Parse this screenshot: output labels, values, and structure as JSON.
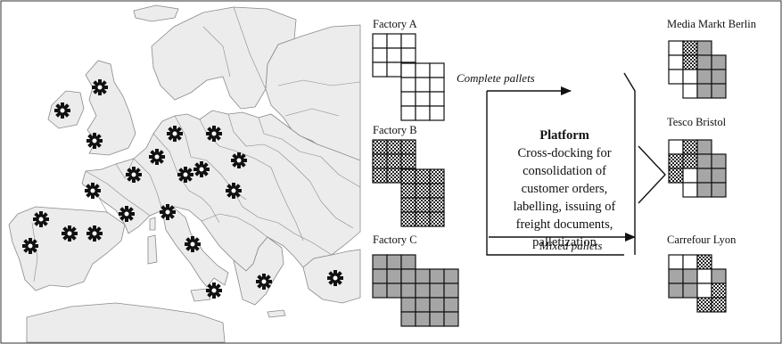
{
  "factories": [
    {
      "label": "Factory A",
      "pattern": "white"
    },
    {
      "label": "Factory B",
      "pattern": "checker"
    },
    {
      "label": "Factory C",
      "pattern": "gray"
    }
  ],
  "customers": [
    {
      "label": "Media Markt Berlin"
    },
    {
      "label": "Tesco Bristol"
    },
    {
      "label": "Carrefour Lyon"
    }
  ],
  "platform": {
    "title": "Platform",
    "lines": [
      "Cross-docking for",
      "consolidation of",
      "customer orders,",
      "labelling, issuing of",
      "freight documents,",
      "palletization"
    ]
  },
  "flows": {
    "complete_label": "Complete pallets",
    "mixed_label": "Mixed pallets"
  },
  "map": {
    "factory_marker_count": 22,
    "marker_icon": "factory-gear-icon"
  },
  "colors": {
    "fill_gray": "#a6a6a6",
    "line": "#111111",
    "map_land": "#ececec",
    "map_border": "#8a8a8a"
  }
}
